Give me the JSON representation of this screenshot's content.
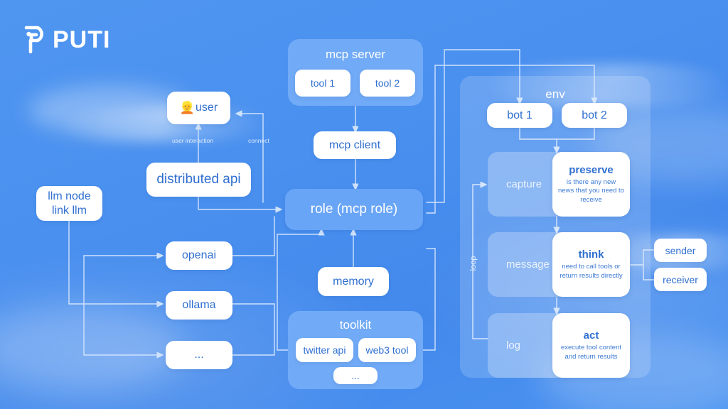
{
  "brand": {
    "name": "PUTI",
    "logo_icon": "puti-mark-icon"
  },
  "panels": {
    "mcp_server": {
      "title": "mcp server",
      "tools": [
        "tool 1",
        "tool 2"
      ]
    },
    "toolkit": {
      "title": "toolkit",
      "tools": [
        "twitter api",
        "web3 tool",
        "..."
      ]
    },
    "env": {
      "title": "env",
      "bots": [
        "bot 1",
        "bot 2"
      ],
      "loop_label": "loop"
    }
  },
  "nodes": {
    "user": {
      "label": "user",
      "emoji": "👱"
    },
    "distributed_api": {
      "label": "distributed api"
    },
    "llm_node": {
      "line1": "llm node",
      "line2": "link llm"
    },
    "providers": [
      "openai",
      "ollama",
      "..."
    ],
    "mcp_client": {
      "label": "mcp client"
    },
    "role": {
      "label": "role (mcp role)"
    },
    "memory": {
      "label": "memory"
    },
    "sender": {
      "label": "sender"
    },
    "receiver": {
      "label": "receiver"
    }
  },
  "env_rows": [
    {
      "row_label": "capture",
      "card_title": "preserve",
      "card_sub": "is there any new news that you need to receive"
    },
    {
      "row_label": "message",
      "card_title": "think",
      "card_sub": "need to call tools or return results directly"
    },
    {
      "row_label": "log",
      "card_title": "act",
      "card_sub": "execute tool content and return results"
    }
  ],
  "edge_labels": {
    "user_interaction": "user interaction",
    "connect": "connect"
  },
  "colors": {
    "background": "#4a90ef",
    "panel_solid": "#71aaf6",
    "node_fill": "#ffffff",
    "node_text": "#2f6fd0",
    "wire": "#cfe2fb"
  }
}
